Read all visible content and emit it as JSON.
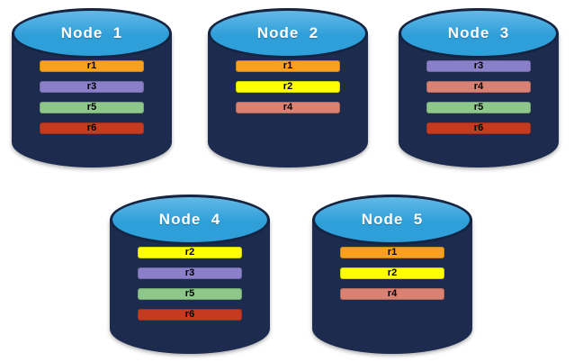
{
  "colors": {
    "canvas_bg": "#FFFFFF",
    "cylinder_body": "#1C2B4E",
    "cylinder_top": "#2F9FD9",
    "cylinder_top_highlight": "#62B9E6",
    "cylinder_outline": "#152441",
    "bar_text": "#000000",
    "title_text": "#FFFFFF"
  },
  "replica_colors": {
    "r1": "#F9A11E",
    "r2": "#FFFF00",
    "r3": "#8A7FC9",
    "r4": "#D98172",
    "r5": "#8DC88A",
    "r6": "#C43B22"
  },
  "nodes": [
    {
      "title": "Node  1",
      "replicas": [
        "r1",
        "r3",
        "r5",
        "r6"
      ]
    },
    {
      "title": "Node  2",
      "replicas": [
        "r1",
        "r2",
        "r4"
      ]
    },
    {
      "title": "Node  3",
      "replicas": [
        "r3",
        "r4",
        "r5",
        "r6"
      ]
    },
    {
      "title": "Node  4",
      "replicas": [
        "r2",
        "r3",
        "r5",
        "r6"
      ]
    },
    {
      "title": "Node  5",
      "replicas": [
        "r1",
        "r2",
        "r4"
      ]
    }
  ]
}
